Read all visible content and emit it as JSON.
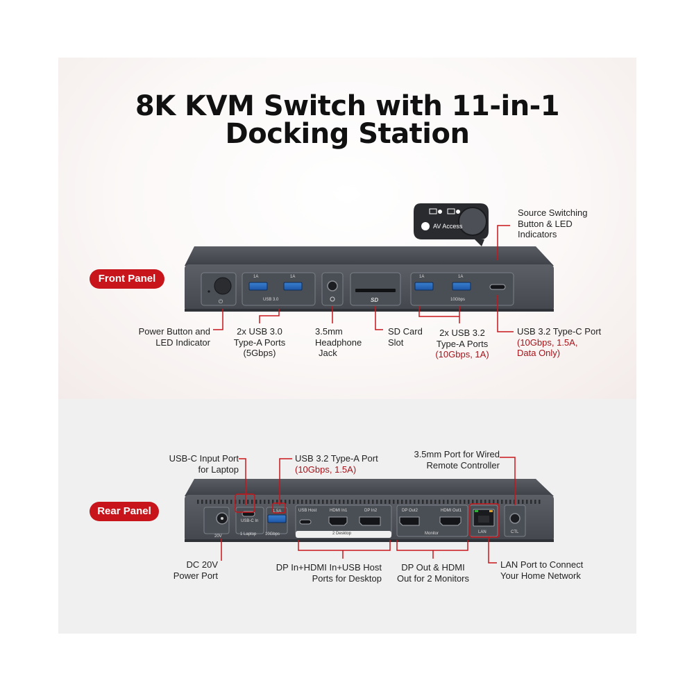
{
  "title": {
    "line1": "8K KVM Switch with 11-in-1",
    "line2": "Docking Station"
  },
  "front_panel": {
    "pill": "Front Panel",
    "brand_badge": "AV Access",
    "device_text": {
      "usb30_a1": "1A",
      "usb30_a2": "1A",
      "usb30_group": "USB 3.0",
      "usb32_a1": "1A",
      "usb32_a2": "1A",
      "usb32_group": "10Gbps",
      "sd_mark": "SD"
    },
    "labels": {
      "source_switch": [
        "Source Switching",
        "Button & LED",
        "Indicators"
      ],
      "power": [
        "Power Button and",
        "LED Indicator"
      ],
      "usb30": [
        "2x USB 3.0",
        "Type-A Ports",
        "(5Gbps)"
      ],
      "headphone": [
        "3.5mm",
        "Headphone",
        "Jack"
      ],
      "sd": [
        "SD Card",
        "Slot"
      ],
      "usb32": [
        "2x USB 3.2",
        "Type-A Ports",
        "(10Gbps, 1A)"
      ],
      "typec": [
        "USB 3.2 Type-C Port",
        "(10Gbps, 1.5A,",
        "Data Only)"
      ]
    }
  },
  "rear_panel": {
    "pill": "Rear Panel",
    "device_text": {
      "dc": "20V",
      "usbc_in": "USB-C In",
      "laptop": "1 Laptop",
      "usb_a_top": "1.5A",
      "usb_a_bottom": "10Gbps",
      "usb_host": "USB Host",
      "hdmi_in1": "HDMI In1",
      "dp_in2": "DP In2",
      "desktop": "2 Desktop",
      "dp_out2": "DP Out2",
      "hdmi_out1": "HDMI Out1",
      "monitor": "Monitor",
      "lan": "LAN",
      "ctl": "CTL"
    },
    "labels": {
      "usbc": [
        "USB-C Input Port",
        "for Laptop"
      ],
      "usb32a": [
        "USB 3.2 Type-A Port",
        "(10Gbps, 1.5A)"
      ],
      "remote": [
        "3.5mm Port for Wired",
        "Remote Controller"
      ],
      "dc": [
        "DC 20V",
        "Power Port"
      ],
      "desktop": [
        "DP In+HDMI In+USB Host",
        "Ports for Desktop"
      ],
      "monitors": [
        "DP Out & HDMI",
        "Out for 2 Monitors"
      ],
      "lan": [
        "LAN Port to Connect",
        "Your Home Network"
      ]
    }
  }
}
